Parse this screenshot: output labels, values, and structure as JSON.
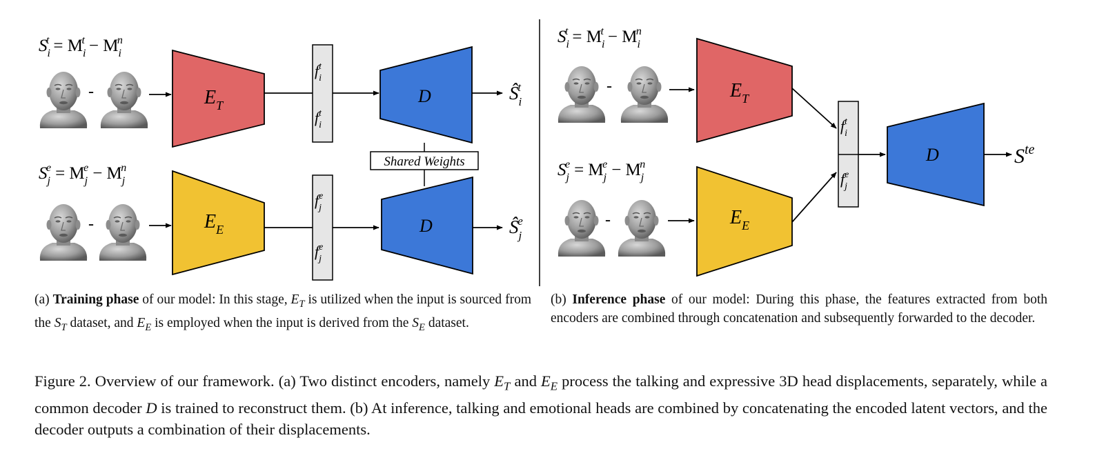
{
  "training": {
    "eq_top_lhs": "S",
    "eq_top_lhs_sub": "i",
    "eq_top_lhs_sup": "t",
    "eq_top_rhs": "= M",
    "eq_top_m1_sub": "i",
    "eq_top_m1_sup": "t",
    "eq_top_minus": "− M",
    "eq_top_m2_sub": "i",
    "eq_top_m2_sup": "n",
    "eq_bot_lhs": "S",
    "eq_bot_lhs_sub": "j",
    "eq_bot_lhs_sup": "e",
    "eq_bot_rhs": "= M",
    "eq_bot_m1_sub": "j",
    "eq_bot_m1_sup": "e",
    "eq_bot_minus": "− M",
    "eq_bot_m2_sub": "j",
    "eq_bot_m2_sup": "n",
    "minus_sign": "-",
    "encoder_t_label": "E",
    "encoder_t_sub": "T",
    "encoder_e_label": "E",
    "encoder_e_sub": "E",
    "feature_t": "f",
    "feature_t_sub": "i",
    "feature_t_sup": "t",
    "feature_e": "f",
    "feature_e_sub": "j",
    "feature_e_sup": "e",
    "decoder_label": "D",
    "shared_weights": "Shared Weights",
    "output_top": "Ŝ",
    "output_top_sub": "i",
    "output_top_sup": "t",
    "output_bot": "Ŝ",
    "output_bot_sub": "j",
    "output_bot_sup": "e"
  },
  "inference": {
    "eq_top_lhs": "S",
    "eq_top_lhs_sub": "i",
    "eq_top_lhs_sup": "t",
    "eq_top_rhs": "= M",
    "eq_top_m1_sub": "i",
    "eq_top_m1_sup": "t",
    "eq_top_minus": "− M",
    "eq_top_m2_sub": "i",
    "eq_top_m2_sup": "n",
    "eq_bot_lhs": "S",
    "eq_bot_lhs_sub": "j",
    "eq_bot_lhs_sup": "e",
    "eq_bot_rhs": "= M",
    "eq_bot_m1_sub": "j",
    "eq_bot_m1_sup": "e",
    "eq_bot_minus": "− M",
    "eq_bot_m2_sub": "j",
    "eq_bot_m2_sup": "n",
    "minus_sign": "-",
    "encoder_t_label": "E",
    "encoder_t_sub": "T",
    "encoder_e_label": "E",
    "encoder_e_sub": "E",
    "feature_t": "f",
    "feature_t_sub": "i",
    "feature_t_sup": "t",
    "feature_e": "f",
    "feature_e_sub": "j",
    "feature_e_sup": "e",
    "decoder_label": "D",
    "output": "S",
    "output_sup": "te"
  },
  "caption_a": {
    "prefix": "(a) ",
    "bold": "Training phase",
    "t1": " of our model: In this stage, ",
    "m1": "E",
    "m1_sub": "T",
    "t2": " is utilized when the input is sourced from the ",
    "m2": "S",
    "m2_sub": "T",
    "t3": " dataset, and ",
    "m3": "E",
    "m3_sub": "E",
    "t4": " is employed when the input is derived from the ",
    "m4": "S",
    "m4_sub": "E",
    "t5": " dataset."
  },
  "caption_b": {
    "prefix": "(b) ",
    "bold": "Inference phase",
    "t1": " of our model: During this phase, the features extracted from both encoders are combined through concatenation and subsequently forwarded to the decoder."
  },
  "figure_caption": {
    "t1": "Figure 2.  Overview of our framework.  (a) Two distinct encoders, namely ",
    "m1": "E",
    "m1_sub": "T",
    "t2": " and ",
    "m2": "E",
    "m2_sub": "E",
    "t3": " process the talking and expressive 3D head displacements, separately, while a common decoder ",
    "m3": "D",
    "t4": " is trained to reconstruct them. (b) At inference, talking and emotional heads are combined by concatenating the encoded latent vectors, and the decoder outputs a combination of their displacements."
  },
  "colors": {
    "encoder_t": "#e06666",
    "encoder_e": "#f1c232",
    "decoder": "#3c78d8",
    "feature_box": "#e6e6e6",
    "head": "#9a9a9a"
  },
  "icons": [
    "head-mesh-icon"
  ]
}
